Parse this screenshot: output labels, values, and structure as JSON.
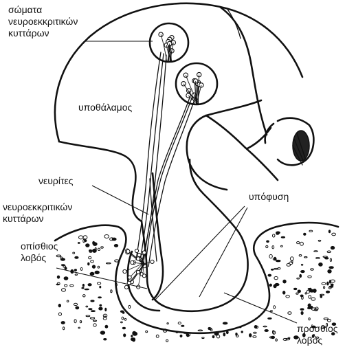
{
  "labels": {
    "cell_bodies": [
      "σώματα",
      "νευροεκκριτικών",
      "κυττάρων"
    ],
    "hypothalamus": "υποθάλαμος",
    "axons": [
      "νευρίτες",
      "νευροεκκριτικών",
      "κυττάρων"
    ],
    "pituitary": "υπόφυση",
    "posterior_lobe": [
      "οπίσθιος",
      "λοβός"
    ],
    "anterior_lobe": [
      "πρόσθιος",
      "λοβός"
    ]
  },
  "colors": {
    "ink": "#111111",
    "background": "#ffffff"
  }
}
